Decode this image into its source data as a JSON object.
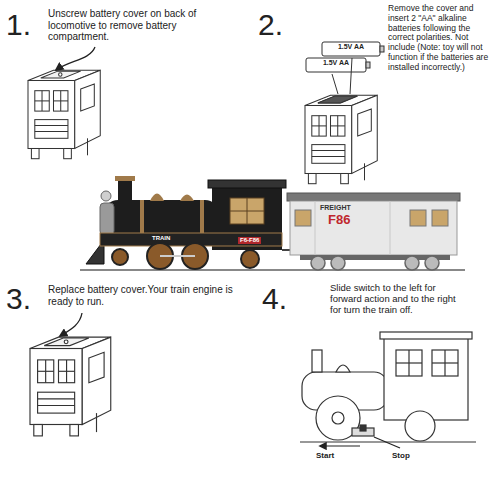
{
  "diagram": {
    "labels": [
      "1.",
      "Unscrew battery cover on back of locomotive to remove battery compartment.",
      "2.",
      "Remove the cover and insert 2 \"AA\" alkaline batteries following the correct polarities. Not include (Note: toy will not function if the batteries are installed incorrectly.)",
      "1.5V AA",
      "1.5V AA",
      "TRAIN",
      "F6-F86",
      "FREIGHT",
      "F86",
      "3.",
      "Replace battery cover.Your train engine is ready to run.",
      "4.",
      "Slide switch to the left for forward action and to the right for turn the train off.",
      "Start",
      "Stop"
    ]
  }
}
